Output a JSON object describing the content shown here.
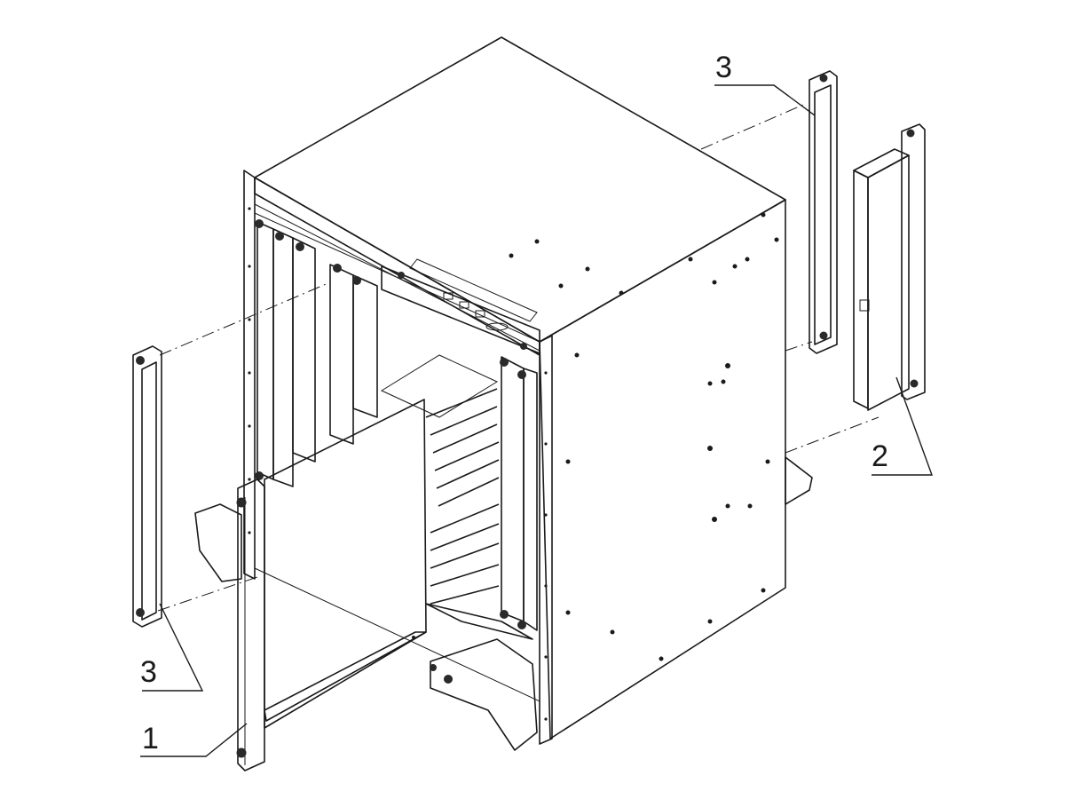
{
  "figure": {
    "kind": "exploded-view technical illustration",
    "colors": {
      "line": "#1a1a1a",
      "face_light": "#f2f2f2",
      "face_mid": "#e4e4e4",
      "face_dark": "#d2d2d2",
      "panel_fill": "#cfcfcf",
      "background": "#ffffff"
    }
  },
  "callouts": [
    {
      "id": "callout-1",
      "text": "1"
    },
    {
      "id": "callout-2",
      "text": "2"
    },
    {
      "id": "callout-3-left",
      "text": "3"
    },
    {
      "id": "callout-3-right",
      "text": "3"
    }
  ]
}
